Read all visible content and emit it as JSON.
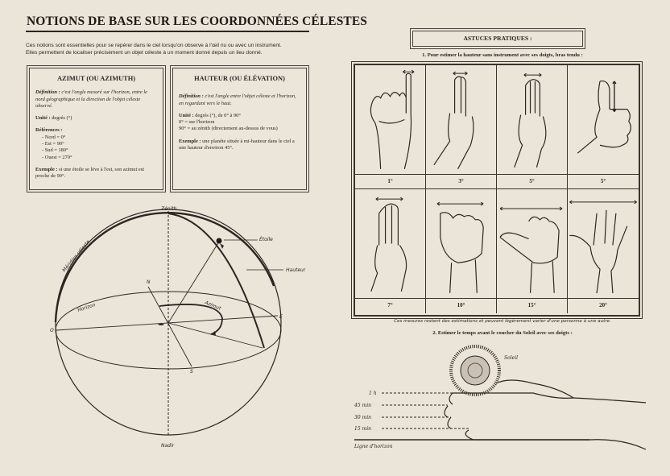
{
  "left_page": {
    "title": "NOTIONS DE BASE SUR LES COORDONNÉES CÉLESTES",
    "intro_line1": "Ces notions sont essentielles pour se repérer dans le ciel lorsqu'on observe à l'œil nu ou avec un instrument.",
    "intro_line2": "Elles permettent de localiser précisément un objet céleste à un moment donné depuis un lieu donné.",
    "azimut_box": {
      "heading": "AZIMUT (OU AZIMUTH)",
      "definition_label": "Définition :",
      "definition_text": " c'est l'angle mesuré sur l'horizon, entre le nord géographique et la direction de l'objet céleste observé.",
      "unit_label": "Unité :",
      "unit_text": " degrés (°)",
      "references_label": "Références :",
      "references": [
        "- Nord = 0°",
        "- Est = 90°",
        "- Sud = 180°",
        "- Ouest = 270°"
      ],
      "example_label": "Exemple :",
      "example_text": " si une étoile se lève à l'est, son azimut est proche de 90°."
    },
    "hauteur_box": {
      "heading": "HAUTEUR (OU ÉLÉVATION)",
      "definition_label": "Définition :",
      "definition_text": " c'est l'angle entre l'objet céleste et l'horizon, en regardant vers le haut.",
      "unit_label": "Unité :",
      "unit_text": " degrés (°), de 0° à 90°",
      "unit_line2": "0° = sur l'horizon",
      "unit_line3": "90° = au zénith (directement au-dessus de vous)",
      "example_label": "Exemple :",
      "example_text": " une planète située à mi-hauteur dans le ciel a une hauteur d'environ 45°."
    },
    "diagram": {
      "zenith": "Zénith",
      "nadir": "Nadir",
      "meridian": "Méridien céleste",
      "star": "Étoile",
      "height": "Hauteur",
      "horizon": "Horizon",
      "azimut": "Azimut",
      "north": "N",
      "south": "S",
      "east": "E",
      "west": "O"
    }
  },
  "right_page": {
    "section_title": "ASTUCES PRATIQUES :",
    "subtitle1": "1. Pour estimer la hauteur sans instrument avec ses doigts, bras tendu :",
    "gestures": [
      {
        "name": "little-finger",
        "degrees": "1°"
      },
      {
        "name": "two-fingers",
        "degrees": "3°"
      },
      {
        "name": "three-fingers",
        "degrees": "5°"
      },
      {
        "name": "thumb",
        "degrees": "5°"
      },
      {
        "name": "four-fingers",
        "degrees": "7°"
      },
      {
        "name": "fist",
        "degrees": "10°"
      },
      {
        "name": "thumb-to-fist",
        "degrees": "15°"
      },
      {
        "name": "spread-hand",
        "degrees": "20°"
      }
    ],
    "note": "Ces mesures restent des estimations et peuvent légèrement varier d'une personne à une autre.",
    "subtitle2": "2. Estimer le temps avant le coucher du Soleil avec ses doigts :",
    "sunset": {
      "sun": "Soleil",
      "levels": [
        "1 h",
        "45 min",
        "30 min",
        "15 min"
      ],
      "horizon": "Ligne d'horizon"
    }
  }
}
